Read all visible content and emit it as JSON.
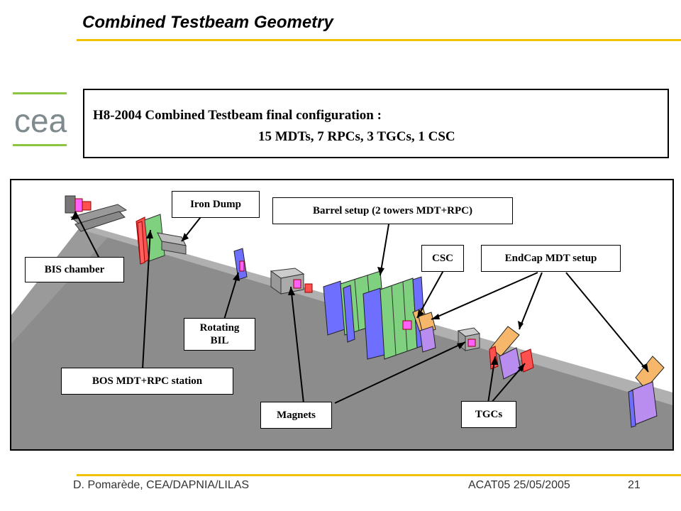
{
  "slide": {
    "title": "Combined Testbeam Geometry",
    "headline_line1": "H8-2004 Combined Testbeam final configuration :",
    "headline_line2": "15 MDTs, 7 RPCs, 3 TGCs, 1 CSC",
    "logo_text": "cea"
  },
  "labels": {
    "iron_dump": "Iron Dump",
    "barrel_setup": "Barrel setup (2 towers MDT+RPC)",
    "csc": "CSC",
    "endcap": "EndCap MDT setup",
    "bis": "BIS chamber",
    "rotating_bil_1": "Rotating",
    "rotating_bil_2": "BIL",
    "bos": "BOS MDT+RPC station",
    "magnets": "Magnets",
    "tgcs": "TGCs"
  },
  "footer": {
    "author": "D. Pomarède, CEA/DAPNIA/LILAS",
    "conference": "ACAT05  25/05/2005",
    "page_number": "21"
  },
  "colors": {
    "accent": "#f2c200",
    "logo_grey": "#7f8a8f",
    "logo_green": "#8cc63f",
    "floor_side": "#8c8c8c",
    "floor_top": "#aaaaaa",
    "mdt_green": "#7fd07f",
    "rpc_blue": "#6f6fff",
    "rpc_red": "#ff5050",
    "tgc_orange": "#f6b76a",
    "magenta": "#ff60ff",
    "lavender": "#b98cf0"
  }
}
